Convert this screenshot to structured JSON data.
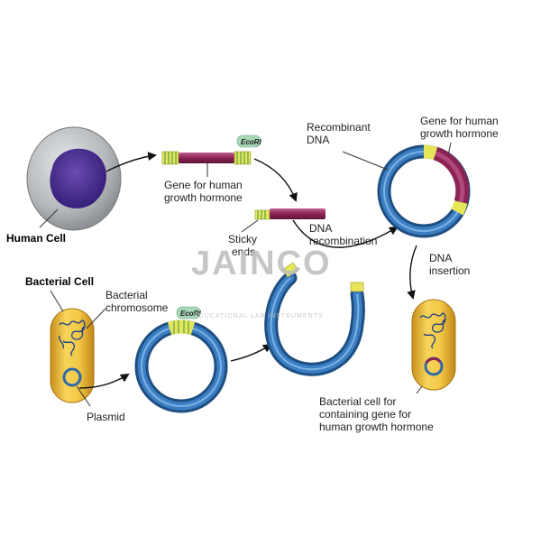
{
  "labels": {
    "human_cell": "Human Cell",
    "gene_human_gh": [
      "Gene for human",
      "growth hormone"
    ],
    "recombinant_dna": [
      "Recombinant",
      "DNA"
    ],
    "gene_recombinant": [
      "Gene for human",
      "growth hormone"
    ],
    "dna_recombination": [
      "DNA",
      "recombination"
    ],
    "sticky_ends": [
      "Sticky",
      "ends"
    ],
    "dna_insertion": [
      "DNA",
      "insertion"
    ],
    "bacterial_cell": "Bacterial Cell",
    "bacterial_chromosome": [
      "Bacterial",
      "chromosome"
    ],
    "plasmid": "Plasmid",
    "bacterial_cell_result": [
      "Bacterial cell for",
      "containing gene for",
      "human growth hormone"
    ],
    "ecori_1": "EcoRI",
    "ecori_2": "EcoRI"
  },
  "watermark": {
    "brand": "JAINCO",
    "registered": "®",
    "tagline": "EDUCATIONAL LAB INSTRUMENTS"
  },
  "colors": {
    "plasmid_ring": "#2f6aa6",
    "plasmid_ring_light": "#4a8ccc",
    "gene_segment": "#8b2455",
    "sticky_end": "#e6e65a",
    "bacterium_fill": "#e8b830",
    "human_cell_fill": "#b9bbbd",
    "nucleus": "#4a2a8a",
    "enzyme_badge": "#a8d8b8"
  }
}
